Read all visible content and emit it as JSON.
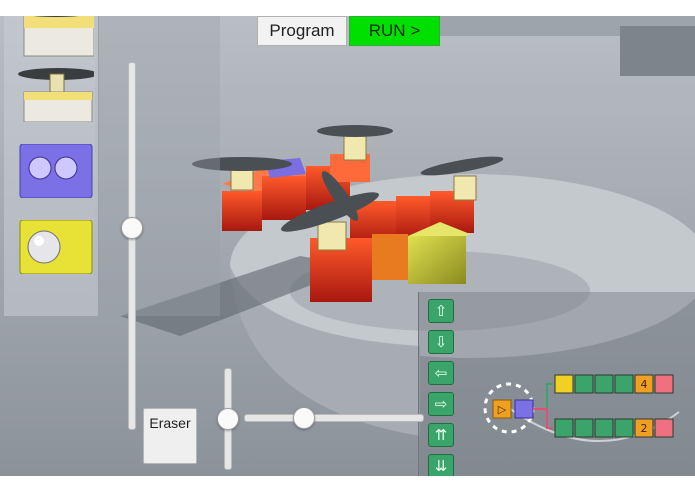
{
  "toolbar": {
    "program_label": "Program",
    "run_label": "RUN >",
    "run_color": "#00e000"
  },
  "tools": {
    "eraser_label": "Eraser"
  },
  "parts": [
    {
      "icon": "wing-block-icon"
    },
    {
      "icon": "propeller-block-icon"
    },
    {
      "icon": "eyes-sensor-block-icon"
    },
    {
      "icon": "sphere-joint-block-icon"
    }
  ],
  "commands": [
    {
      "icon": "arrow-up-icon",
      "glyph": "⇧"
    },
    {
      "icon": "arrow-down-icon",
      "glyph": "⇩"
    },
    {
      "icon": "arrow-left-icon",
      "glyph": "⇦"
    },
    {
      "icon": "arrow-right-icon",
      "glyph": "⇨"
    },
    {
      "icon": "ascend-icon",
      "glyph": "⇈"
    },
    {
      "icon": "descend-icon",
      "glyph": "⇊"
    }
  ],
  "program_blocks": {
    "row1": [
      {
        "icon": "light-icon",
        "color": "#f0d020"
      },
      {
        "icon": "thrust-icon",
        "color": "#3aa46a"
      },
      {
        "icon": "thrust-icon",
        "color": "#3aa46a"
      },
      {
        "icon": "up-icon",
        "color": "#3aa46a"
      },
      {
        "icon": "repeat-count-icon",
        "text": "4",
        "color": "#f0a020"
      },
      {
        "icon": "stop-icon",
        "color": "#f07080"
      }
    ],
    "row2": [
      {
        "icon": "up-icon",
        "color": "#3aa46a"
      },
      {
        "icon": "rotate-icon",
        "color": "#3aa46a"
      },
      {
        "icon": "thrust-icon",
        "color": "#3aa46a"
      },
      {
        "icon": "up-icon",
        "color": "#3aa46a"
      },
      {
        "icon": "repeat-count-icon",
        "text": "2",
        "color": "#f0a020"
      },
      {
        "icon": "stop-icon",
        "color": "#f07080"
      }
    ],
    "start_icon": "play-start-icon",
    "sound_icon": "speaker-icon"
  },
  "sliders": {
    "zoom_vertical_level": 0.55,
    "pitch_vertical_level": 0.5,
    "rotate_horizontal_level": 0.33
  }
}
